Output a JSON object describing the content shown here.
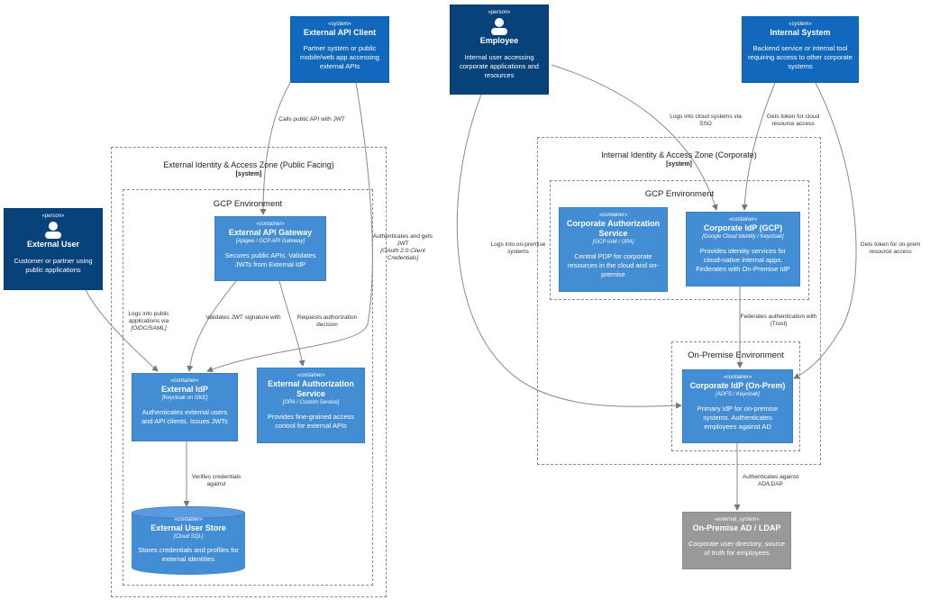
{
  "zones": {
    "external_zone": {
      "title": "External Identity & Access Zone (Public Facing)",
      "sub": "[system]"
    },
    "external_gcp": {
      "title": "GCP Environment"
    },
    "internal_zone": {
      "title": "Internal Identity & Access Zone (Corporate)",
      "sub": "[system]"
    },
    "internal_gcp": {
      "title": "GCP Environment"
    },
    "onprem": {
      "title": "On-Premise Environment"
    }
  },
  "nodes": {
    "external_api_client": {
      "stereo": "«system»",
      "name": "External API Client",
      "desc": "Partner system or public mobile/web app accessing external APIs"
    },
    "employee": {
      "stereo": "«person»",
      "name": "Employee",
      "desc": "Internal user accessing corporate applications and resources"
    },
    "internal_system": {
      "stereo": "«system»",
      "name": "Internal System",
      "desc": "Backend service or internal tool requiring access to other corporate systems"
    },
    "external_user": {
      "stereo": "«person»",
      "name": "External User",
      "desc": "Customer or partner using public applications"
    },
    "external_api_gateway": {
      "stereo": "«container»",
      "name": "External API Gateway",
      "tech": "[Apigee / GCP API Gateway]",
      "desc": "Secures public APIs. Validates JWTs from External IdP"
    },
    "external_idp": {
      "stereo": "«container»",
      "name": "External IdP",
      "tech": "[Keycloak on GKE]",
      "desc": "Authenticates external users and API clients. Issues JWTs"
    },
    "external_authz": {
      "stereo": "«container»",
      "name": "External Authorization Service",
      "tech": "[OPA / Custom Service]",
      "desc": "Provides fine-grained access control for external APIs"
    },
    "external_user_store": {
      "stereo": "«container»",
      "name": "External User Store",
      "tech": "[Cloud SQL]",
      "desc": "Stores credentials and profiles for external identities"
    },
    "corp_authz": {
      "stereo": "«container»",
      "name": "Corporate Authorization Service",
      "tech": "[GCP IAM / OPA]",
      "desc": "Central PDP for corporate resources in the cloud and on-premise"
    },
    "corp_idp_gcp": {
      "stereo": "«container»",
      "name": "Corporate IdP (GCP)",
      "tech": "[Google Cloud Identity / Keycloak]",
      "desc": "Provides identity services for cloud-native internal apps. Federates with On-Premise IdP"
    },
    "corp_idp_onprem": {
      "stereo": "«container»",
      "name": "Corporate IdP (On-Prem)",
      "tech": "[ADFS / Keycloak]",
      "desc": "Primary IdP for on-premise systems. Authenticates employees against AD"
    },
    "onprem_ad": {
      "stereo": "«external_system»",
      "name": "On-Premise AD / LDAP",
      "desc": "Corporate user directory, source of truth for employees"
    }
  },
  "edges": {
    "calls_api": {
      "text": "Calls public API with JWT"
    },
    "auth_gets_jwt": {
      "text": "Authenticates and gets JWT",
      "tech": "[OAuth 2.0 Client Credentials]"
    },
    "logs_public": {
      "text": "Logs into public applications via",
      "tech": "[OIDC/SAML]"
    },
    "validates_jwt": {
      "text": "Validates JWT signature with"
    },
    "requests_authz": {
      "text": "Requests authorization decision"
    },
    "verifies_creds": {
      "text": "Verifies credentials against"
    },
    "logs_cloud": {
      "text": "Logs into cloud systems via SSO"
    },
    "gets_token_cloud": {
      "text": "Gets token for cloud resource access"
    },
    "logs_onprem": {
      "text": "Logs into on-premise systems"
    },
    "gets_token_onprem": {
      "text": "Gets token for on-prem resource access"
    },
    "federates": {
      "text": "Federates authentication with (Trust)"
    },
    "auth_ad": {
      "text": "Authenticates against AD/LDAP"
    }
  },
  "colors": {
    "person": "#08427b",
    "system": "#1168bd",
    "container": "#438dd5",
    "external_system": "#999999",
    "edge": "#8a8a8a"
  }
}
